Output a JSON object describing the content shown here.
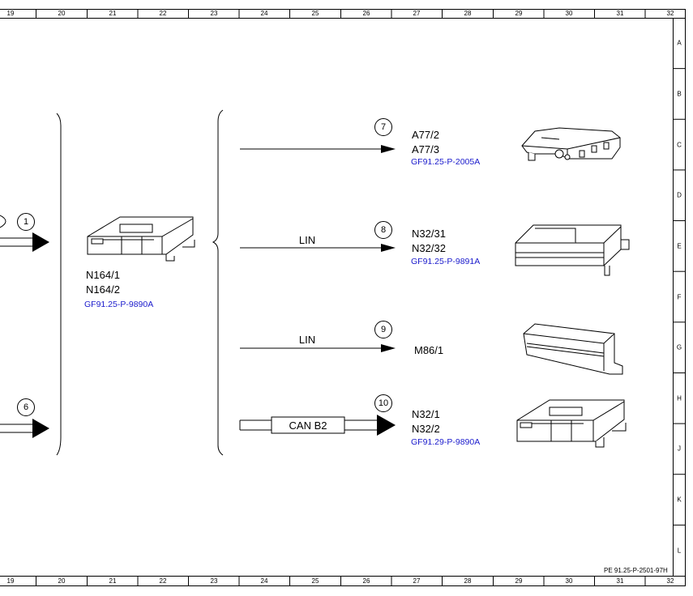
{
  "frame": {
    "columns": [
      "19",
      "20",
      "21",
      "22",
      "23",
      "24",
      "25",
      "26",
      "27",
      "28",
      "29",
      "30",
      "31",
      "32"
    ],
    "rows": [
      "A",
      "B",
      "C",
      "D",
      "E",
      "F",
      "G",
      "H",
      "J",
      "K",
      "L"
    ],
    "document_id": "PE 91.25-P-2501-97H"
  },
  "inputs": [
    {
      "number": "1"
    },
    {
      "number": "6"
    }
  ],
  "source_module": {
    "codes": [
      "N164/1",
      "N164/2"
    ],
    "ref": "GF91.25-P-9890A"
  },
  "outputs": [
    {
      "number": "7",
      "wire_label": "",
      "codes": [
        "A77/2",
        "A77/3"
      ],
      "ref": "GF91.25-P-2005A"
    },
    {
      "number": "8",
      "wire_label": "LIN",
      "codes": [
        "N32/31",
        "N32/32"
      ],
      "ref": "GF91.25-P-9891A"
    },
    {
      "number": "9",
      "wire_label": "LIN",
      "codes": [
        "M86/1"
      ],
      "ref": ""
    },
    {
      "number": "10",
      "wire_label": "CAN B2",
      "codes": [
        "N32/1",
        "N32/2"
      ],
      "ref": "GF91.29-P-9890A"
    }
  ]
}
